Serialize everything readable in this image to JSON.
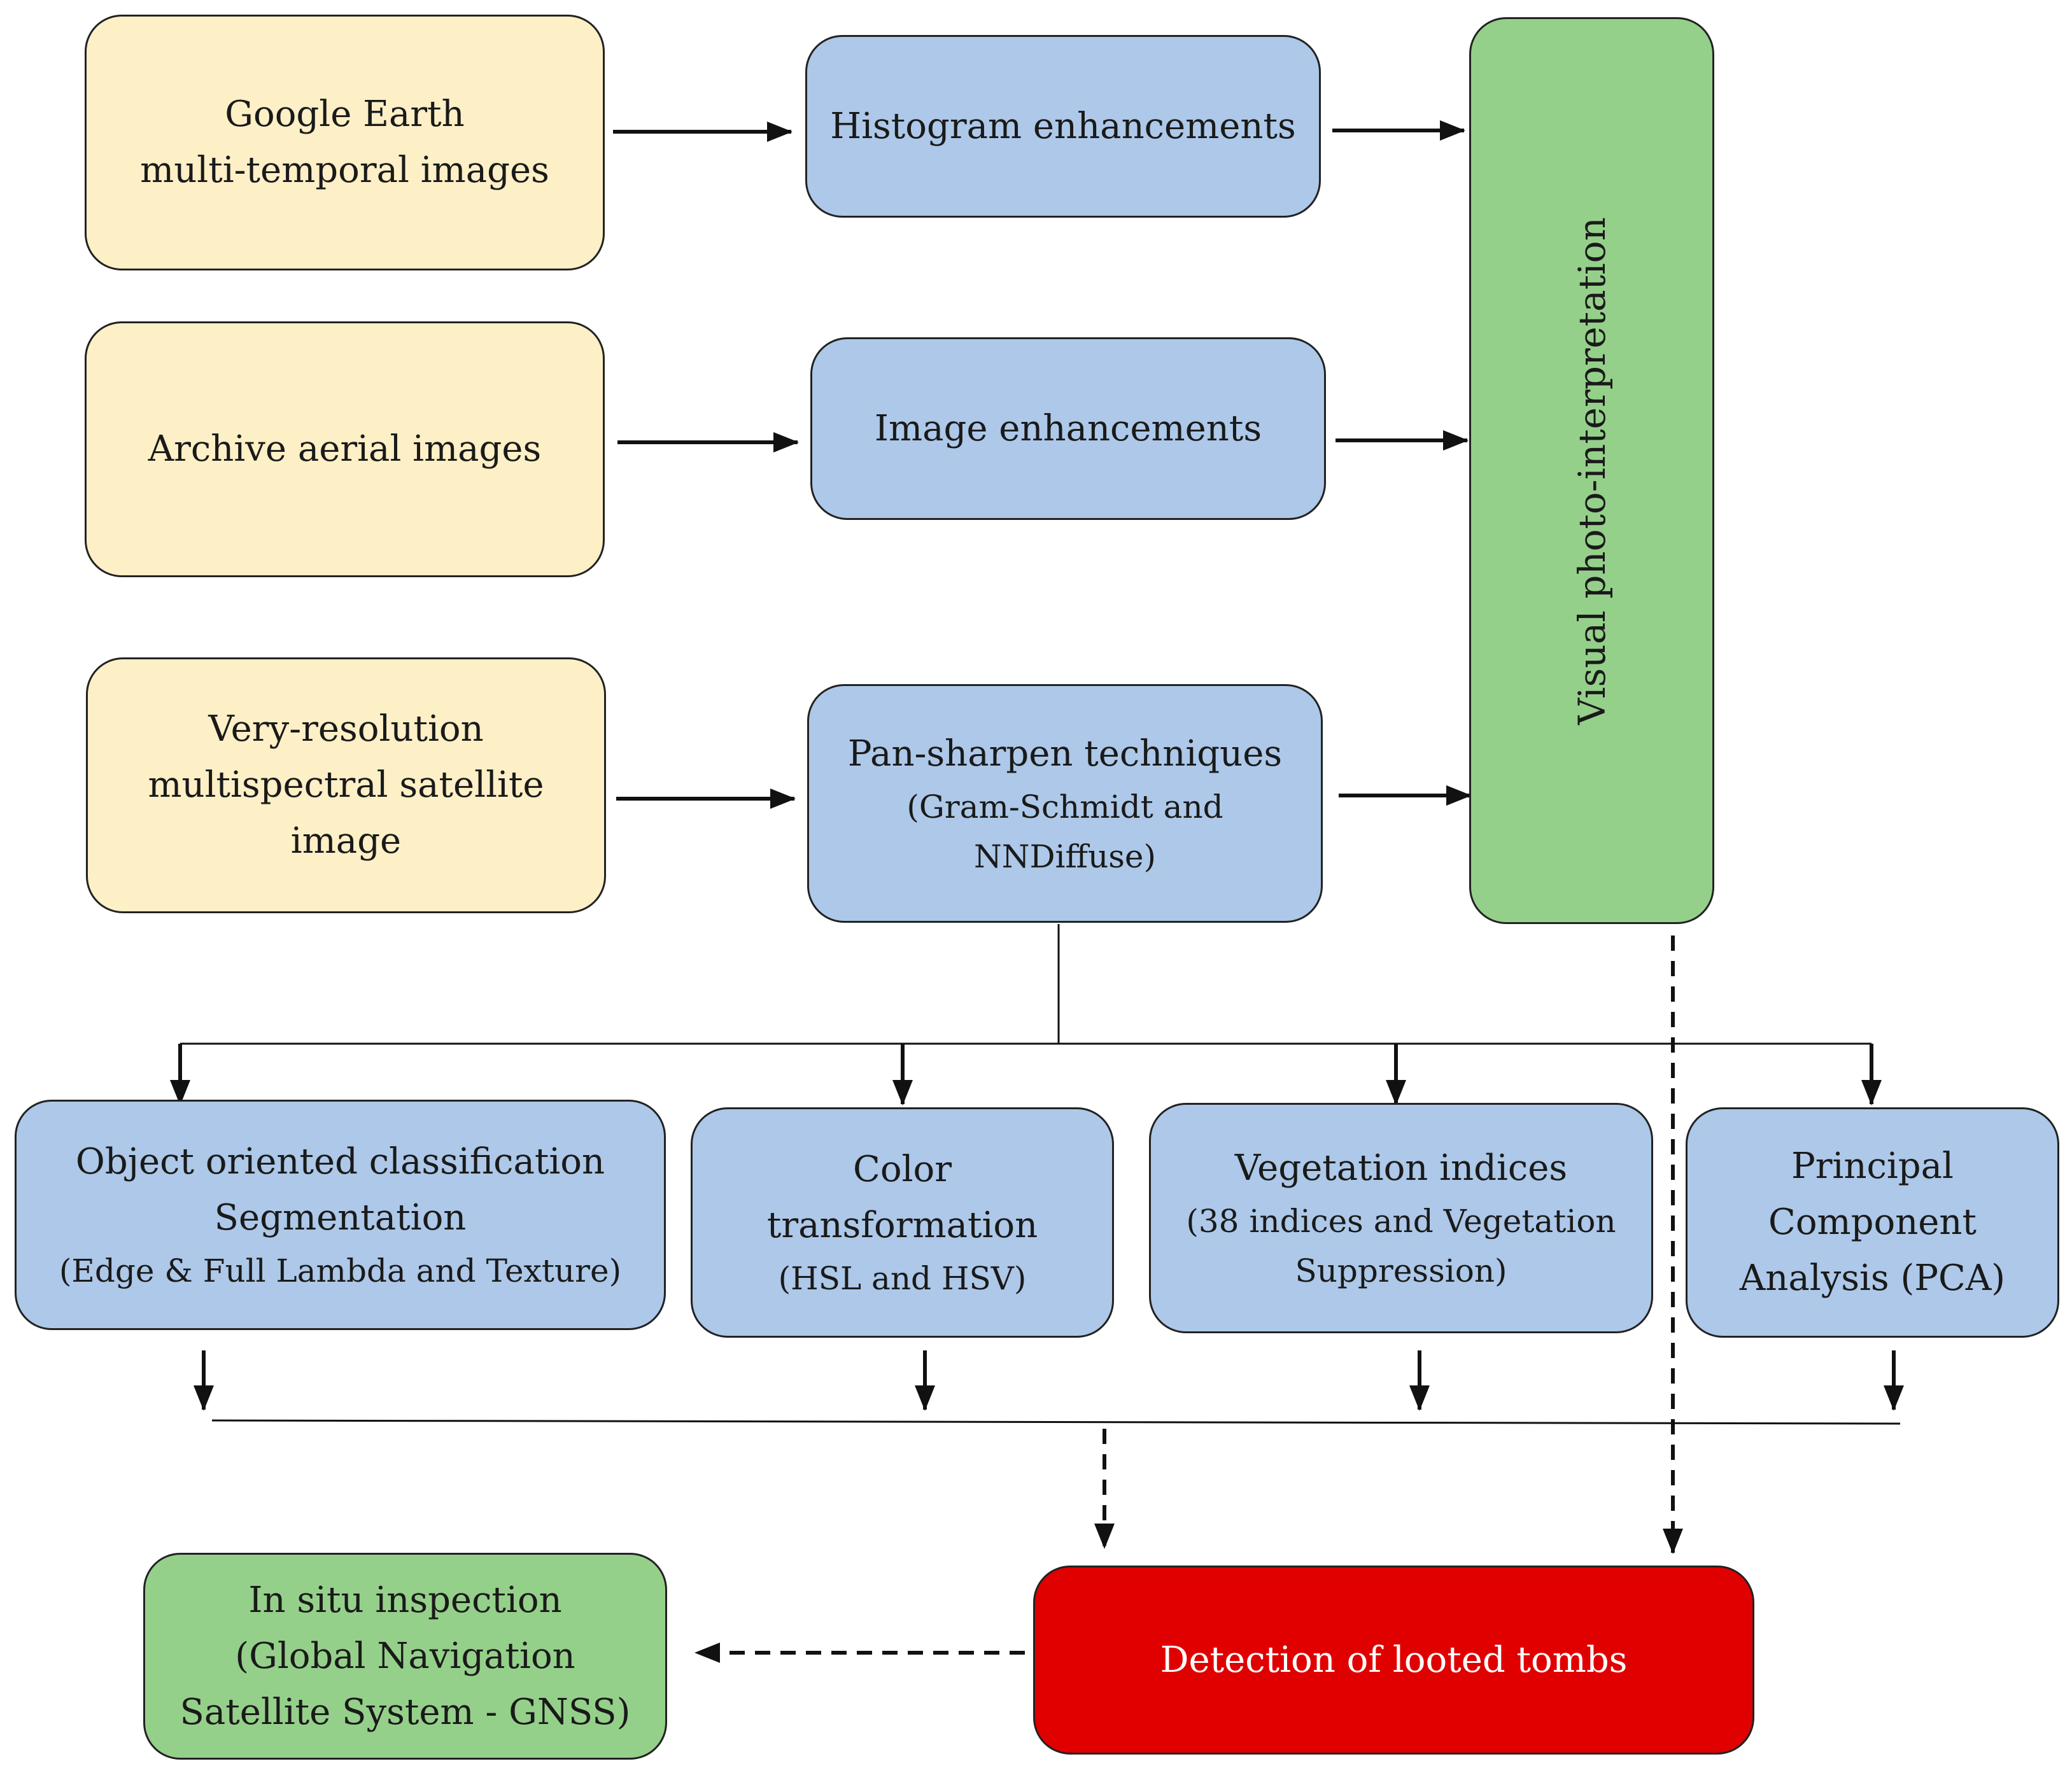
{
  "sources": {
    "google_earth": [
      "Google Earth",
      "multi-temporal images"
    ],
    "archive_aerial": [
      "Archive aerial images"
    ],
    "very_resolution": [
      "Very-resolution",
      "multispectral satellite",
      "image"
    ]
  },
  "enhancements": {
    "histogram": "Histogram enhancements",
    "image": "Image enhancements",
    "pansharpen": {
      "title": "Pan-sharpen techniques",
      "detail": [
        "(Gram-Schmidt and",
        "NNDiffuse)"
      ]
    }
  },
  "visual": "Visual photo-interpretation",
  "methods": {
    "object": {
      "lines": [
        "Object oriented classification",
        "Segmentation"
      ],
      "detail": "(Edge & Full Lambda and Texture)"
    },
    "color": {
      "lines": [
        "Color",
        "transformation"
      ],
      "detail": "(HSL and HSV)"
    },
    "vegetation": {
      "lines": [
        "Vegetation indices"
      ],
      "detail": [
        "(38 indices and Vegetation",
        "Suppression)"
      ]
    },
    "pca": {
      "lines": [
        "Principal",
        "Component",
        "Analysis (PCA)"
      ]
    }
  },
  "detection": "Detection of looted tombs",
  "insitu": [
    "In situ inspection",
    "(Global Navigation",
    "Satellite System - GNSS)"
  ],
  "colors": {
    "source_fill": "#fdefc6",
    "process_fill": "#adc8e8",
    "interpretation_fill": "#95d08a",
    "detection_fill": "#e00000"
  }
}
